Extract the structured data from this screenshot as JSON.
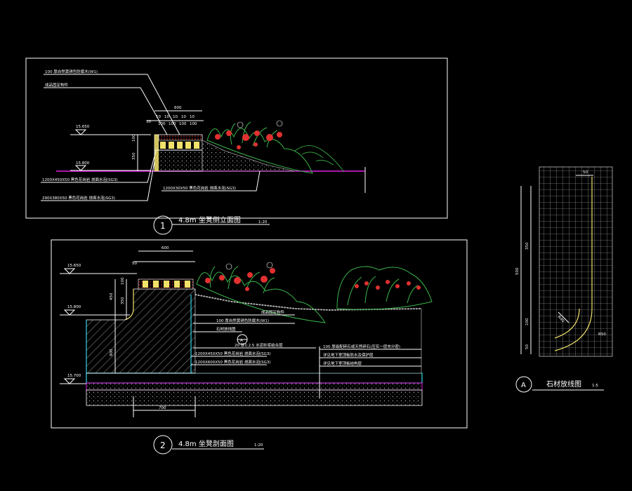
{
  "drawings": [
    {
      "id": "1",
      "title": "4.8m 坐凳侧立面图",
      "scale": "1:20",
      "annotations": [
        "100 厚自然黄锈色防腐木(W1)",
        "成品固定构件",
        "1200X450X50 黑色花岗岩 烧面水泡(SG3)",
        "290X380X50 黑色花岗岩 烧面水泡(SG3)",
        "1200X30X50 黑色花岗岩 烧面水泡(SG3)"
      ],
      "levels": [
        "15.650",
        "15.800"
      ],
      "dims": [
        "600",
        "50",
        "10",
        "100",
        "100",
        "100",
        "100",
        "100",
        "100",
        "100",
        "350"
      ]
    },
    {
      "id": "2",
      "title": "4.8m 坐凳剖面图",
      "scale": "1:20",
      "annotations": [
        "成品固定构件",
        "100 厚自然黄锈色防腐木(W1)",
        "石材放线图",
        "20 厚1:2.5 水泥砂浆结合层",
        "1200X450X50 黑色花岗岩 烧面水泡(SG3)",
        "1200X600X50 黑色花岗岩 烧面水泡(SG3)",
        "100 厚级配碎石或天然碎石(压实一层充分密)",
        "详见地下室顶板防水及保护层",
        "详见地下室顶板结构层"
      ],
      "section_label": "A",
      "levels": [
        "15.650",
        "15.800",
        "15.700"
      ],
      "dims": [
        "600",
        "50",
        "450",
        "350",
        "900",
        "700",
        "100"
      ]
    },
    {
      "id": "A",
      "title": "石材放线图",
      "scale": "1:5",
      "dims": [
        "50",
        "350",
        "500",
        "100",
        "50",
        "R40",
        "R50"
      ]
    }
  ],
  "colors": {
    "background": "#000000",
    "line": "#ffffff",
    "frame": "#cfcfcf",
    "soil": "#9a9a9a",
    "plant_red": "#e03030",
    "plant_green": "#3ab54a",
    "magenta": "#e11ee1",
    "cyan": "#35d6e6",
    "yellow": "#f2e26a"
  }
}
